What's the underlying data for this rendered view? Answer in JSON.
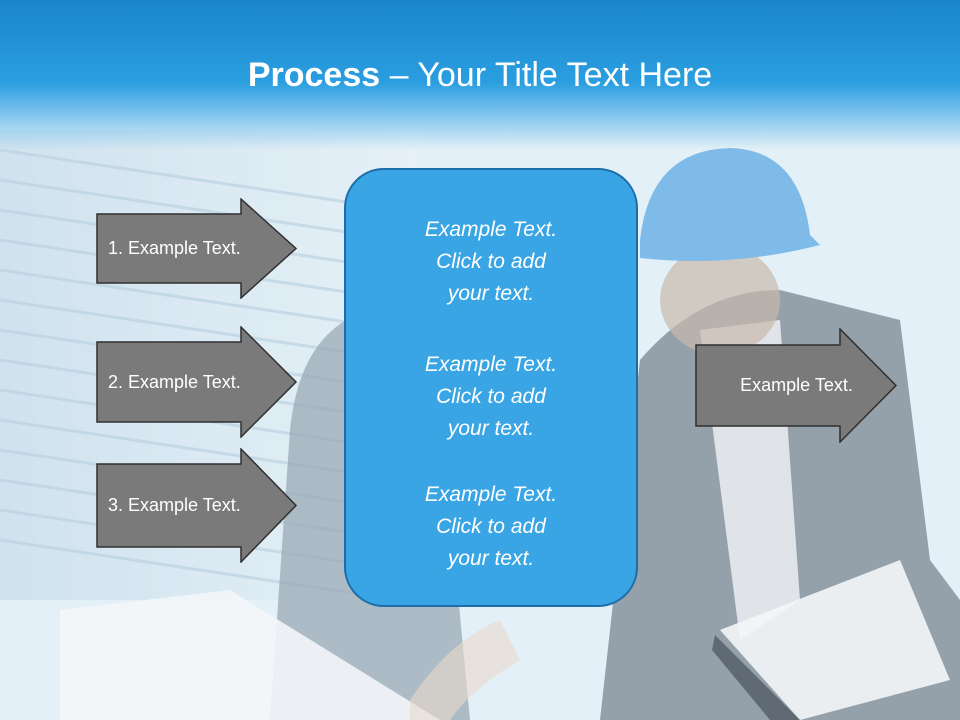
{
  "slide": {
    "title_bold": "Process",
    "title_rest": " – Your Title Text Here"
  },
  "left_arrows": [
    {
      "label": "1. Example Text."
    },
    {
      "label": "2. Example Text."
    },
    {
      "label": "3. Example Text."
    }
  ],
  "center_box": {
    "blocks": [
      {
        "line1": "Example Text.",
        "line2": "Click  to add",
        "line3": "your text."
      },
      {
        "line1": "Example Text.",
        "line2": "Click  to add",
        "line3": "your text."
      },
      {
        "line1": "Example Text.",
        "line2": "Click  to add",
        "line3": "your text."
      }
    ]
  },
  "right_arrow": {
    "label": "Example Text."
  },
  "colors": {
    "header_blue": "#1a86cc",
    "center_fill": "#3aa5e4",
    "arrow_fill": "#7a7a7a"
  }
}
